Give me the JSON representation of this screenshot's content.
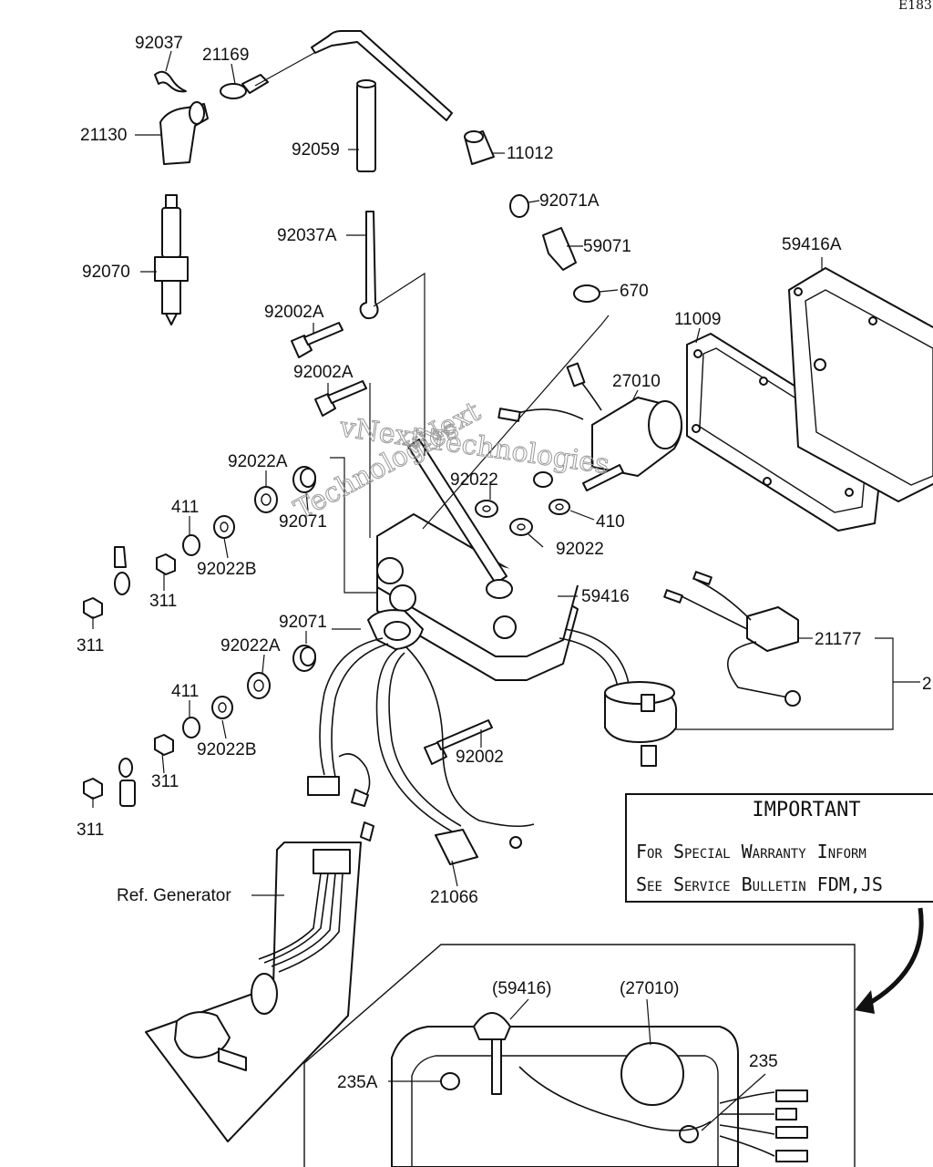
{
  "corner_code": "E183",
  "part_labels": {
    "p92037": "92037",
    "p21169": "21169",
    "p21130": "21130",
    "p92059": "92059",
    "p11012": "11012",
    "p92071A": "92071A",
    "p59071": "59071",
    "p670": "670",
    "p59416A": "59416A",
    "p92037A": "92037A",
    "p92070": "92070",
    "p92002A_1": "92002A",
    "p92002A_2": "92002A",
    "p11009": "11009",
    "p27010": "27010",
    "p92022A_1": "92022A",
    "p92071_1": "92071",
    "p92022_1": "92022",
    "p92022_2": "92022",
    "p410": "410",
    "p411_1": "411",
    "p92022B_1": "92022B",
    "p311_1": "311",
    "p311_2": "311",
    "p59416": "59416",
    "p92071_2": "92071",
    "p92022A_2": "92022A",
    "p21177": "21177",
    "p2x": "2",
    "p411_2": "411",
    "p92022B_2": "92022B",
    "p311_3": "311",
    "p311_4": "311",
    "p92002": "92002",
    "p21066": "21066",
    "ref_generator": "Ref. Generator",
    "p59416_ref": "(59416)",
    "p27010_ref": "(27010)",
    "p235": "235",
    "p235A": "235A"
  },
  "important_notice": {
    "title": "IMPORTANT",
    "line1": "For Special Warranty Inform",
    "line2": "See Service Bulletin FDM,JS"
  },
  "watermark": {
    "line1": "vNext Technologies",
    "line2": "vNext",
    "line3": "Technologies"
  }
}
